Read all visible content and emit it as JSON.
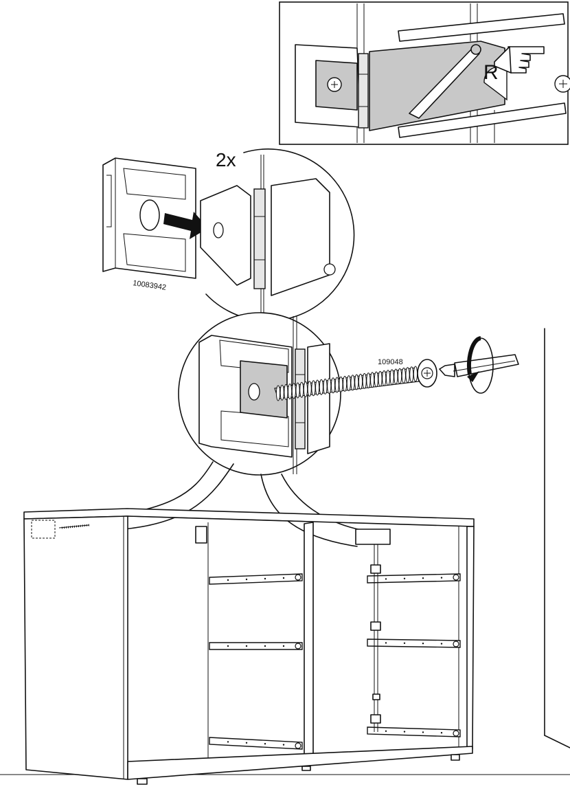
{
  "instruction": {
    "quantity_label": "2x",
    "hinge_plate_part_number": "10083942",
    "screw_part_number": "109048",
    "side_marker": "R"
  },
  "icons": [
    "pointing-hand-icon",
    "rotate-clockwise-icon",
    "screwdriver-icon",
    "screw-head-icon",
    "insert-arrow-icon"
  ]
}
